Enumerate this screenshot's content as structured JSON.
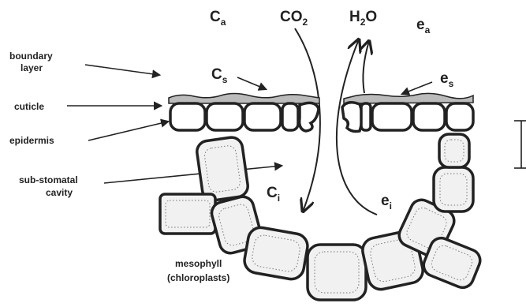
{
  "labels": {
    "boundary_layer_1": "boundary",
    "boundary_layer_2": "layer",
    "cuticle": "cuticle",
    "epidermis": "epidermis",
    "sub_stomatal_1": "sub-stomatal",
    "sub_stomatal_2": "cavity",
    "mesophyll_1": "mesophyll",
    "mesophyll_2": "(chloroplasts)"
  },
  "symbols": {
    "ca_main": "C",
    "ca_sub": "a",
    "cs_main": "C",
    "cs_sub": "s",
    "ci_main": "C",
    "ci_sub": "i",
    "co2_main": "CO",
    "co2_sub": "2",
    "h2o_h": "H",
    "h2o_sub": "2",
    "h2o_o": "O",
    "ea_main": "e",
    "ea_sub": "a",
    "es_main": "e",
    "es_sub": "s",
    "ei_main": "e",
    "ei_sub": "i"
  },
  "colors": {
    "ink": "#222222",
    "cuticle": "#bbbbbb",
    "mesophyll_fill": "#f1f1f1"
  }
}
